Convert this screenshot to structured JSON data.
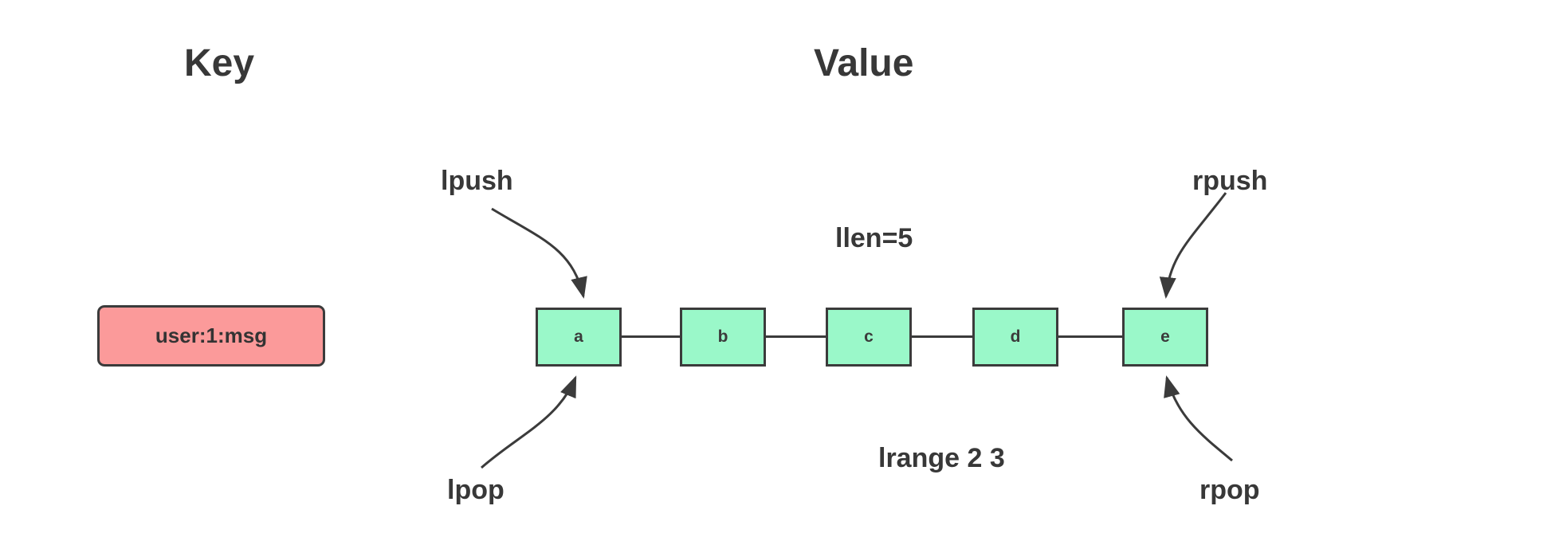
{
  "titles": {
    "key": "Key",
    "value": "Value"
  },
  "key_box": {
    "label": "user:1:msg"
  },
  "list": {
    "nodes": [
      "a",
      "b",
      "c",
      "d",
      "e"
    ]
  },
  "operations": {
    "lpush": "lpush",
    "rpush": "rpush",
    "lpop": "lpop",
    "rpop": "rpop"
  },
  "annotations": {
    "llen": "llen=5",
    "lrange": "lrange 2 3"
  },
  "colors": {
    "key_box_fill": "#fb9a9a",
    "node_fill": "#9af8c9",
    "stroke": "#3b3b3b",
    "text": "#383838",
    "background": "#ffffff"
  }
}
